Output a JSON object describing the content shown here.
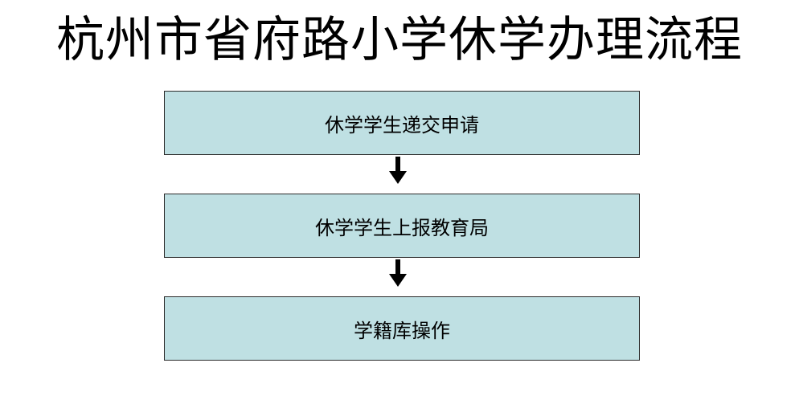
{
  "title": "杭州市省府路小学休学办理流程",
  "steps": [
    {
      "label": "休学学生递交申请"
    },
    {
      "label": "休学学生上报教育局"
    },
    {
      "label": "学籍库操作"
    }
  ],
  "colors": {
    "box_fill": "#bfe0e3",
    "box_border": "#2b2b2b",
    "arrow": "#000000"
  }
}
